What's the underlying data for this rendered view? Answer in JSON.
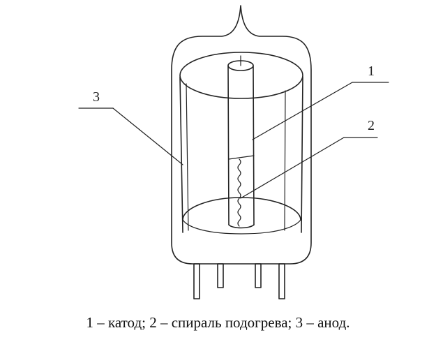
{
  "labels": {
    "cathode": "1",
    "heater": "2",
    "anode": "3"
  },
  "caption": "1 – катод; 2 – спираль подогрева; 3 – анод."
}
